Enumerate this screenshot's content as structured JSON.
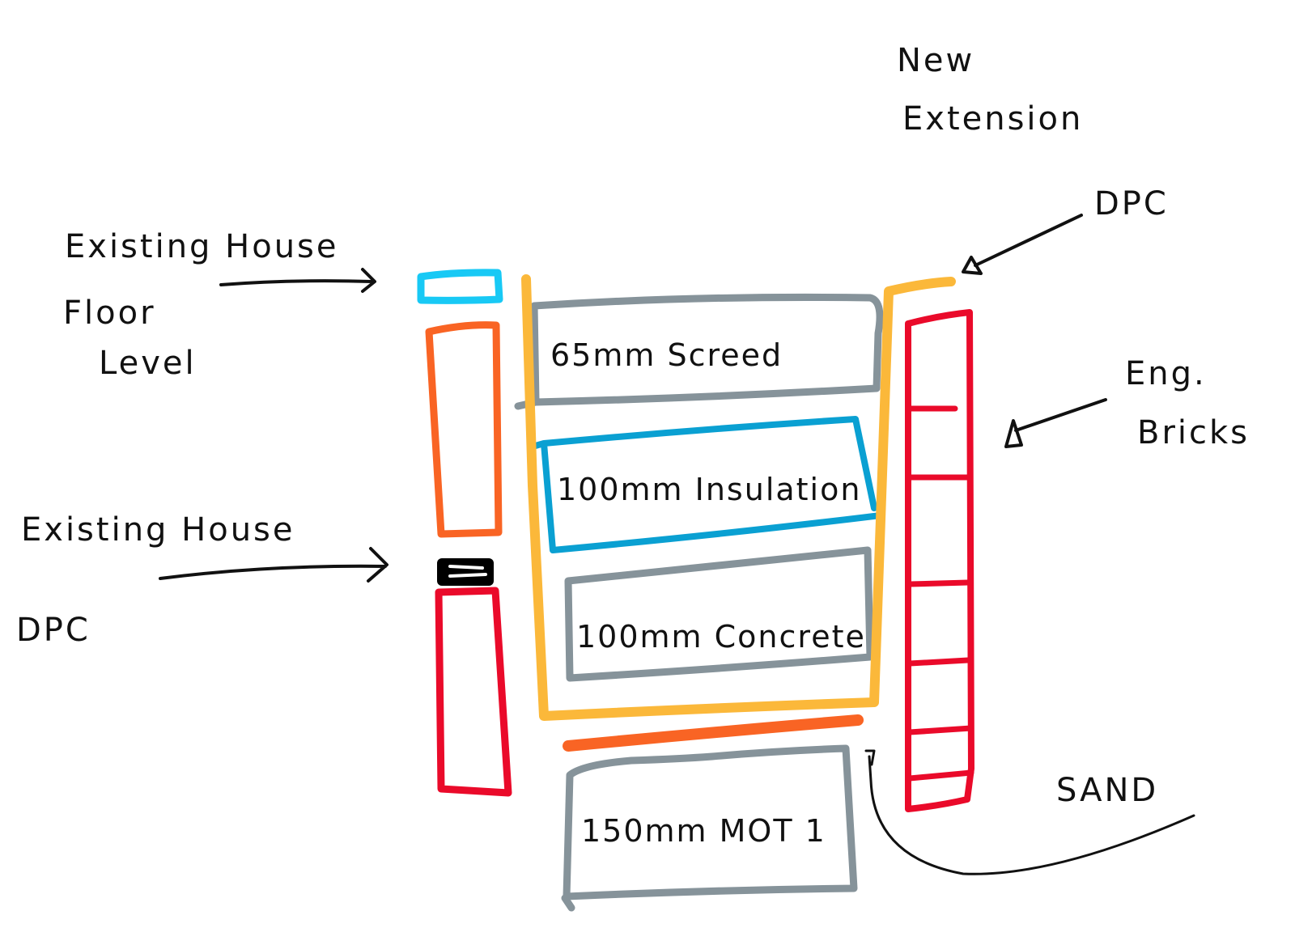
{
  "diagram": {
    "type": "hand-drawn cross-section sketch",
    "colors": {
      "ink": "#111111",
      "screed": "#86939a",
      "insulation": "#0aa0d2",
      "concrete": "#86939a",
      "mot": "#86939a",
      "dpm": "#fbb83a",
      "sand_blinding": "#f96424",
      "bricks": "#ea0a2a",
      "existing_floor": "#18c9f5",
      "existing_wall_upper": "#f96424",
      "existing_wall_lower": "#ea0a2a",
      "existing_dpc": "#000000"
    },
    "labels": {
      "new_extension_line1": "New",
      "new_extension_line2": "Extension",
      "existing_floor_line1": "Existing House",
      "existing_floor_line2": "Floor",
      "existing_floor_line3": "Level",
      "existing_dpc_line1": "Existing House",
      "existing_dpc_line2": "DPC",
      "dpc": "DPC",
      "eng_bricks_line1": "Eng.",
      "eng_bricks_line2": "Bricks",
      "sand": "SAND"
    },
    "layers": [
      {
        "id": "screed",
        "label": "65mm Screed",
        "thickness_mm": 65
      },
      {
        "id": "insulation",
        "label": "100mm Insulation",
        "thickness_mm": 100
      },
      {
        "id": "concrete",
        "label": "100mm Concrete",
        "thickness_mm": 100
      },
      {
        "id": "mot",
        "label": "150mm MOT 1",
        "thickness_mm": 150
      }
    ]
  }
}
